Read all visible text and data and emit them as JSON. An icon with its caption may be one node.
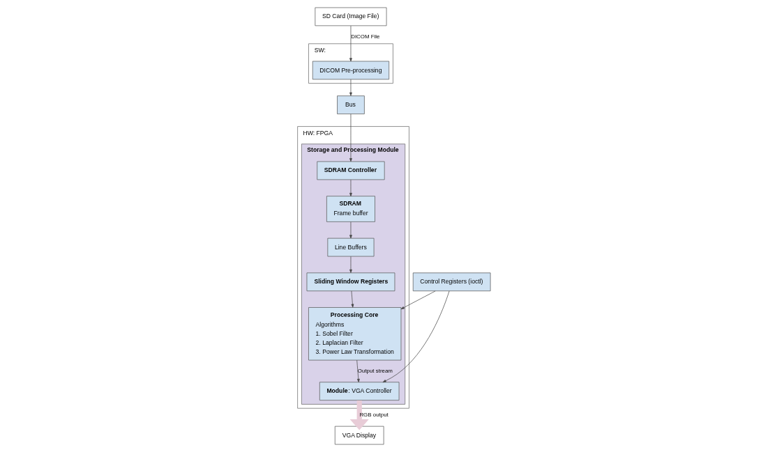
{
  "diagram": {
    "nodes": [
      {
        "text": [
          "SD Card (Image File)"
        ]
      },
      {
        "text": [
          "SW:"
        ]
      },
      {
        "text": [
          "DICOM Pre-processing"
        ],
        "in": 1
      },
      {
        "text": [
          "HW: FPGA"
        ]
      },
      {
        "text": [
          "Storage and Processing Module"
        ],
        "in": 3
      },
      {
        "text": [
          "Bus"
        ]
      },
      {
        "text": [
          "Control Registers (ioctl)"
        ]
      },
      {
        "text": [
          "SDRAM Controller"
        ],
        "in": 4
      },
      {
        "text": [
          "SDRAM",
          "Frame buffer"
        ],
        "in": 4
      },
      {
        "text": [
          "Line Buffers"
        ],
        "in": 4
      },
      {
        "text": [
          "Sliding Window Registers"
        ],
        "in": 4
      },
      {
        "text": [
          "Processing Core",
          "Algorithms",
          "1. Sobel Filter",
          "2. Laplacian Filter",
          "3. Power Law Transformation"
        ],
        "in": 4
      },
      {
        "text": [
          "**Module**: VGA Controller"
        ],
        "in": 4
      },
      {
        "text": [
          "VGA Display"
        ]
      }
    ],
    "edges": [
      {
        "from": 0,
        "to": 2,
        "arrow": "to",
        "label": "DICOM File"
      },
      {
        "from": 2,
        "to": 5,
        "arrow": "to"
      },
      {
        "from": 5,
        "to": 7,
        "arrow": "to"
      },
      {
        "from": 7,
        "to": 8,
        "arrow": "to"
      },
      {
        "from": 8,
        "to": 9,
        "arrow": "to"
      },
      {
        "from": 9,
        "to": 10,
        "arrow": "to"
      },
      {
        "from": 10,
        "to": 11,
        "arrow": "to"
      },
      {
        "from": 6,
        "to": 11,
        "arrow": "to"
      },
      {
        "from": 6,
        "to": 12,
        "arrow": "to"
      },
      {
        "from": 11,
        "to": 12,
        "arrow": "to",
        "label": "Output stream"
      },
      {
        "from": 12,
        "to": 13,
        "arrow": "to",
        "label": "RGB output",
        "style": "thick",
        "color": "#e8ccd7"
      }
    ]
  }
}
